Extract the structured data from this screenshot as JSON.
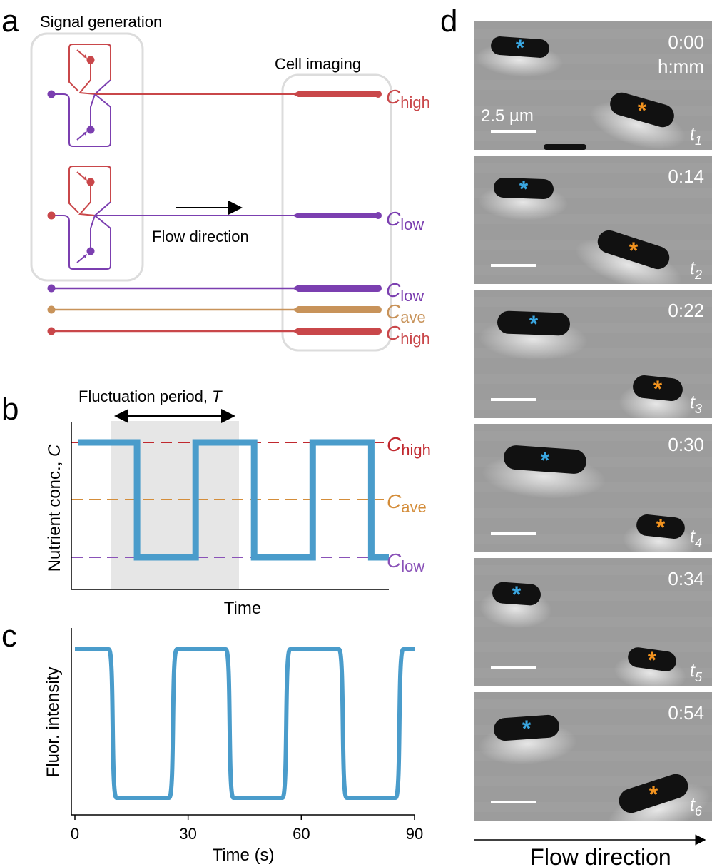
{
  "panels": {
    "a": {
      "letter": "a",
      "signal_box_label": "Signal generation",
      "imaging_box_label": "Cell imaging",
      "flow_label": "Flow direction",
      "channels": [
        {
          "symbol": "C",
          "sub": "high",
          "color": "#c9474a"
        },
        {
          "symbol": "C",
          "sub": "low",
          "color": "#7b3fb0"
        },
        {
          "symbol": "C",
          "sub": "low",
          "color": "#7b3fb0"
        },
        {
          "symbol": "C",
          "sub": "ave",
          "color": "#c8935a"
        },
        {
          "symbol": "C",
          "sub": "high",
          "color": "#c9474a"
        }
      ]
    },
    "b": {
      "letter": "b",
      "period_label": "Fluctuation period, ",
      "period_symbol": "T",
      "ylabel": "Nutrient conc., ",
      "ylabel_symbol": "C",
      "xlabel": "Time",
      "levels": [
        {
          "symbol": "C",
          "sub": "high",
          "color": "#c0282e"
        },
        {
          "symbol": "C",
          "sub": "ave",
          "color": "#d48d3a"
        },
        {
          "symbol": "C",
          "sub": "low",
          "color": "#8a52b8"
        }
      ]
    },
    "c": {
      "letter": "c",
      "ylabel": "Fluor. intensity",
      "xlabel": "Time (s)",
      "ticks": [
        "0",
        "30",
        "60",
        "90"
      ]
    },
    "d": {
      "letter": "d",
      "flow_label": "Flow direction",
      "time_unit": "h:mm",
      "scale_label": "2.5 µm",
      "frames": [
        {
          "time": "0:00",
          "t_sub": "1"
        },
        {
          "time": "0:14",
          "t_sub": "2"
        },
        {
          "time": "0:22",
          "t_sub": "3"
        },
        {
          "time": "0:30",
          "t_sub": "4"
        },
        {
          "time": "0:34",
          "t_sub": "5"
        },
        {
          "time": "0:54",
          "t_sub": "6"
        }
      ]
    }
  },
  "colors": {
    "signal": "#4a9ccb",
    "high": "#c9474a",
    "low": "#7b3fb0",
    "ave": "#c8935a",
    "marker_blue": "#3aa6e0",
    "marker_orange": "#f2931f"
  },
  "chart_data": [
    {
      "type": "line",
      "panel": "b",
      "xlabel": "Time",
      "ylabel": "Nutrient conc., C",
      "series": [
        {
          "name": "C",
          "x": [
            0,
            1,
            1,
            2,
            2,
            3,
            3,
            4,
            4,
            5,
            5,
            5.3
          ],
          "y": [
            1,
            1,
            0,
            0,
            1,
            1,
            0,
            0,
            1,
            1,
            0,
            0
          ]
        }
      ],
      "reference_lines": [
        {
          "label": "C high",
          "y": 1
        },
        {
          "label": "C ave",
          "y": 0.5
        },
        {
          "label": "C low",
          "y": 0
        }
      ]
    },
    {
      "type": "line",
      "panel": "c",
      "xlabel": "Time (s)",
      "ylabel": "Fluor. intensity",
      "xlim": [
        0,
        90
      ],
      "xticks": [
        0,
        30,
        60,
        90
      ],
      "series": [
        {
          "name": "",
          "x": [
            0,
            9,
            10,
            11,
            25,
            26,
            27,
            40,
            41,
            42,
            55,
            56,
            57,
            70,
            71,
            72,
            85,
            86,
            87,
            90
          ],
          "y": [
            1,
            1,
            0.5,
            0,
            0,
            0.5,
            1,
            1,
            0.5,
            0,
            0,
            0.5,
            1,
            1,
            0.5,
            0,
            0,
            0.5,
            1,
            1
          ]
        }
      ]
    }
  ]
}
